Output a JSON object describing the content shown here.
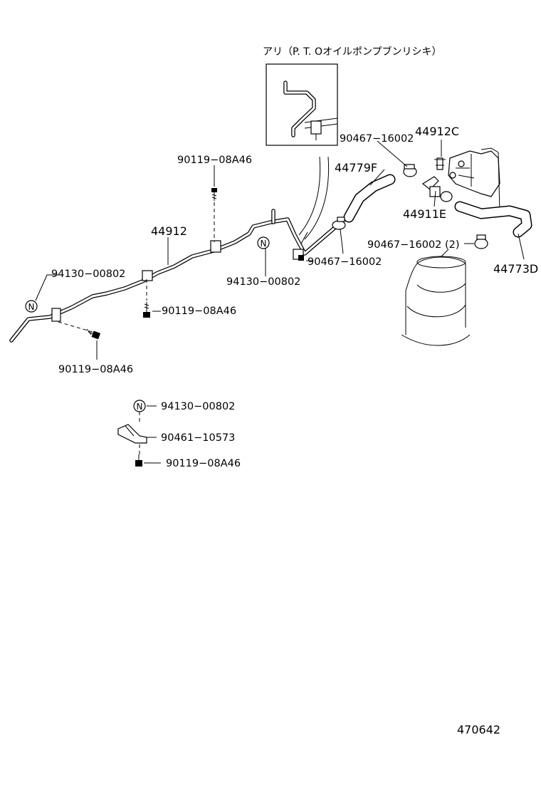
{
  "labels": {
    "variant_note": "アリ（P. T. Oオイルポンプブンリシキ）",
    "pipe_main": "44912",
    "hose_f": "44779F",
    "clamp_top": "90467−16002",
    "union_c": "44912C",
    "union_e": "44911E",
    "clamp_right": "90467−16002 (2)",
    "hose_d": "44773D",
    "clamp_mid": "90467−16002",
    "nut_center": "94130−00802",
    "bolt_top": "90119−08A46",
    "nut_left": "94130−00802",
    "bolt_mid": "90119−08A46",
    "bolt_left": "90119−08A46",
    "legend_nut": "94130−00802",
    "legend_clamp": "90461−10573",
    "legend_bolt": "90119−08A46",
    "diagram_id": "470642"
  },
  "icons": {
    "nut": "N"
  }
}
